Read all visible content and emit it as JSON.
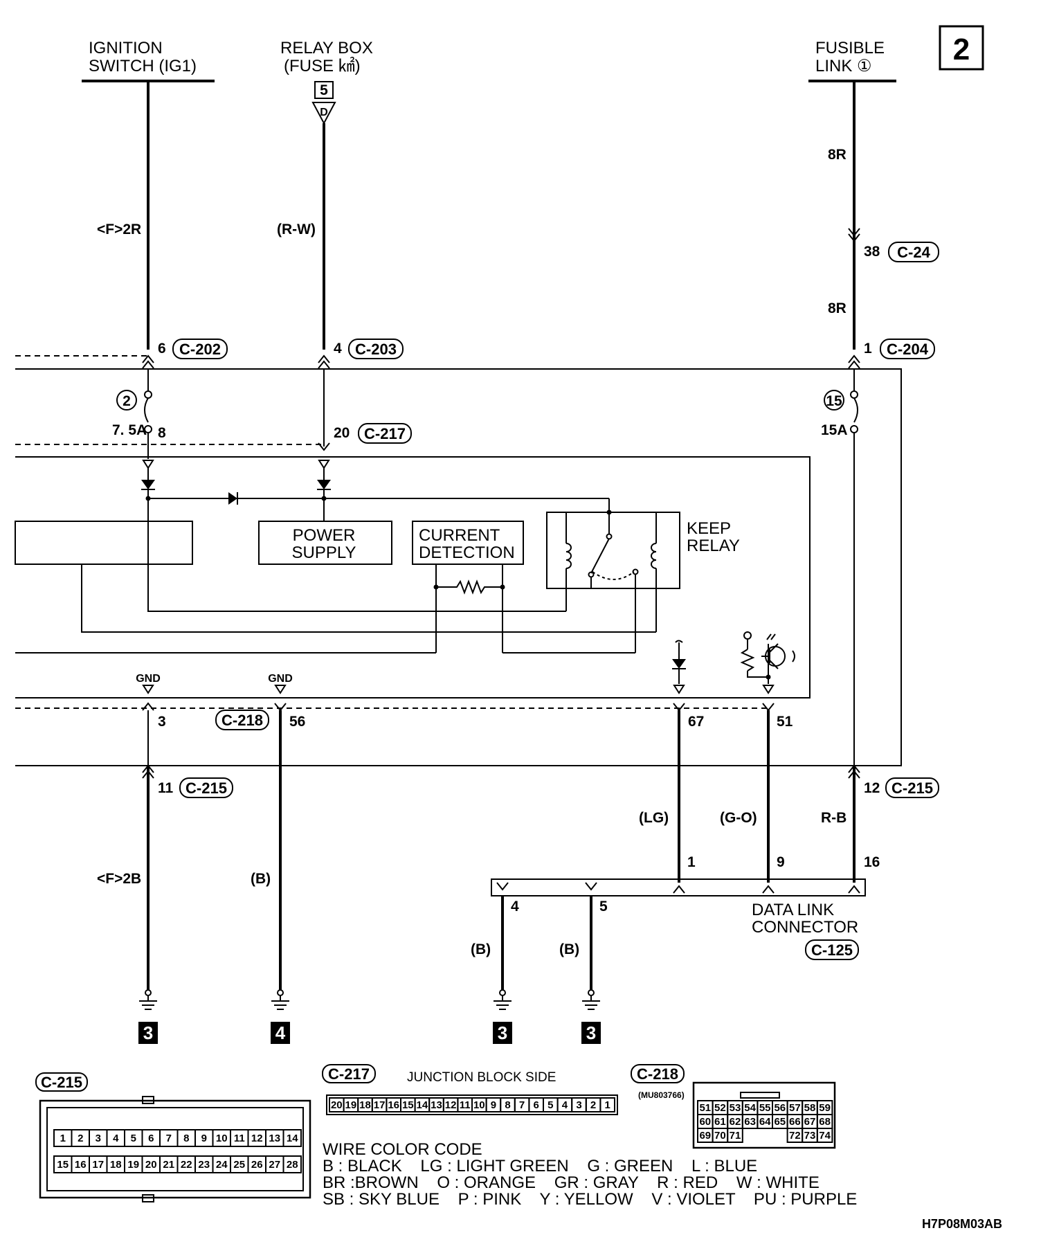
{
  "page_number": "2",
  "sources": {
    "ignition_line1": "IGNITION",
    "ignition_line2": "SWITCH (IG1)",
    "relay_line1": "RELAY BOX",
    "relay_line2": "(FUSE ㎢)",
    "relay_box_num": "5",
    "relay_d_mark": "D",
    "fusible_line1": "FUSIBLE",
    "fusible_line2": "LINK ①"
  },
  "wires": {
    "w_f2r": "<F>2R",
    "w_rw": "(R-W)",
    "w_8r_top": "8R",
    "w_8r_mid": "8R",
    "w_f2b": "<F>2B",
    "w_b_56": "(B)",
    "w_lg": "(LG)",
    "w_go": "(G-O)",
    "w_rb": "R-B",
    "w_b_4": "(B)",
    "w_b_5": "(B)"
  },
  "connectors": {
    "c24": "C-24",
    "c202": "C-202",
    "c203": "C-203",
    "c204": "C-204",
    "c217": "C-217",
    "c218": "C-218",
    "c215": "C-215",
    "c215b": "C-215",
    "c125": "C-125"
  },
  "pins": {
    "p38": "38",
    "p6": "6",
    "p4": "4",
    "p1": "1",
    "p8": "8",
    "p20": "20",
    "p3": "3",
    "p56": "56",
    "p67": "67",
    "p51": "51",
    "p11": "11",
    "p12": "12",
    "dl1": "1",
    "dl9": "9",
    "dl16": "16",
    "dl4": "4",
    "dl5": "5"
  },
  "fuses": {
    "f2_num": "2",
    "f2_rating": "7. 5A",
    "f15_num": "15",
    "f15_rating": "15A"
  },
  "blocks": {
    "power_line1": "POWER",
    "power_line2": "SUPPLY",
    "current_line1": "CURRENT",
    "current_line2": "DETECTION",
    "keep_line1": "KEEP",
    "keep_line2": "RELAY",
    "gnd_a": "GND",
    "gnd_b": "GND",
    "dlc_line1": "DATA LINK",
    "dlc_line2": "CONNECTOR"
  },
  "grounds": {
    "g1": "3",
    "g2": "4",
    "g3": "3",
    "g4": "3"
  },
  "legend": {
    "junction_block_side": "JUNCTION BLOCK SIDE",
    "part_number": "(MU803766)",
    "c217_pins": [
      "20",
      "19",
      "18",
      "17",
      "16",
      "15",
      "14",
      "13",
      "12",
      "11",
      "10",
      "9",
      "8",
      "7",
      "6",
      "5",
      "4",
      "3",
      "2",
      "1"
    ],
    "c215_row1": [
      "1",
      "2",
      "3",
      "4",
      "5",
      "6",
      "7",
      "8",
      "9",
      "10",
      "11",
      "12",
      "13",
      "14"
    ],
    "c215_row2": [
      "15",
      "16",
      "17",
      "18",
      "19",
      "20",
      "21",
      "22",
      "23",
      "24",
      "25",
      "26",
      "27",
      "28"
    ],
    "c218_row1": [
      "51",
      "52",
      "53",
      "54",
      "55",
      "56",
      "57",
      "58",
      "59"
    ],
    "c218_row2": [
      "60",
      "61",
      "62",
      "63",
      "64",
      "65",
      "66",
      "67",
      "68"
    ],
    "c218_row3": [
      "69",
      "70",
      "71",
      "",
      "",
      "",
      "72",
      "73",
      "74"
    ],
    "wire_color_title": "WIRE COLOR CODE",
    "color_lines": [
      "B : BLACK    LG : LIGHT GREEN    G : GREEN    L : BLUE",
      "BR :BROWN    O : ORANGE    GR : GRAY    R : RED    W : WHITE",
      "SB : SKY BLUE    P : PINK    Y : YELLOW    V : VIOLET    PU : PURPLE"
    ]
  },
  "diagram_code": "H7P08M03AB"
}
